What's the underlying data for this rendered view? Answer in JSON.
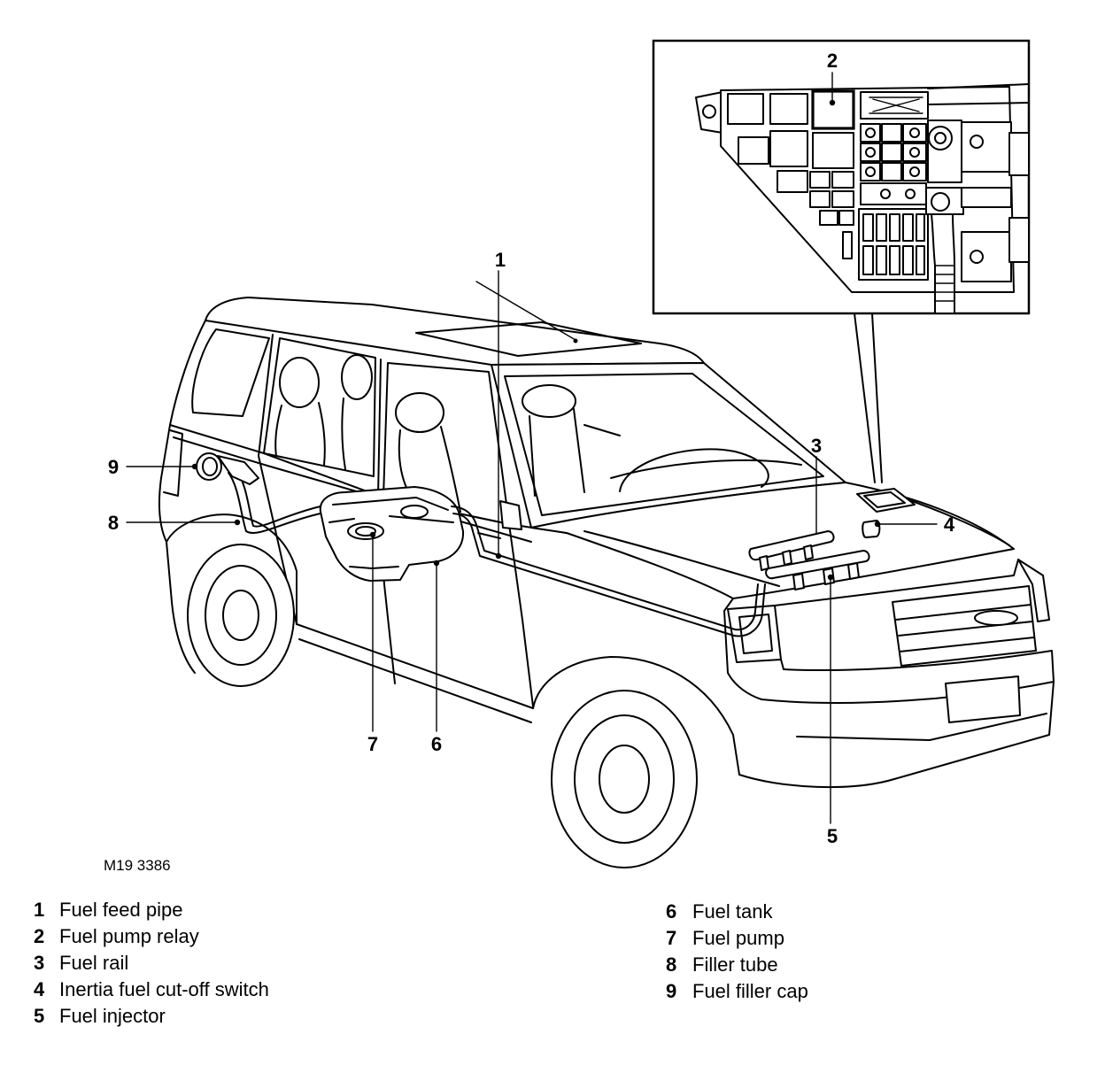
{
  "figure_code": "M19 3386",
  "callouts": [
    "1",
    "2",
    "3",
    "4",
    "5",
    "6",
    "7",
    "8",
    "9"
  ],
  "legend": {
    "left": [
      {
        "num": "1",
        "label": "Fuel feed pipe"
      },
      {
        "num": "2",
        "label": "Fuel pump relay"
      },
      {
        "num": "3",
        "label": "Fuel rail"
      },
      {
        "num": "4",
        "label": "Inertia fuel cut-off switch"
      },
      {
        "num": "5",
        "label": "Fuel injector"
      }
    ],
    "right": [
      {
        "num": "6",
        "label": "Fuel tank"
      },
      {
        "num": "7",
        "label": "Fuel pump"
      },
      {
        "num": "8",
        "label": "Filler tube"
      },
      {
        "num": "9",
        "label": "Fuel filler cap"
      }
    ]
  }
}
